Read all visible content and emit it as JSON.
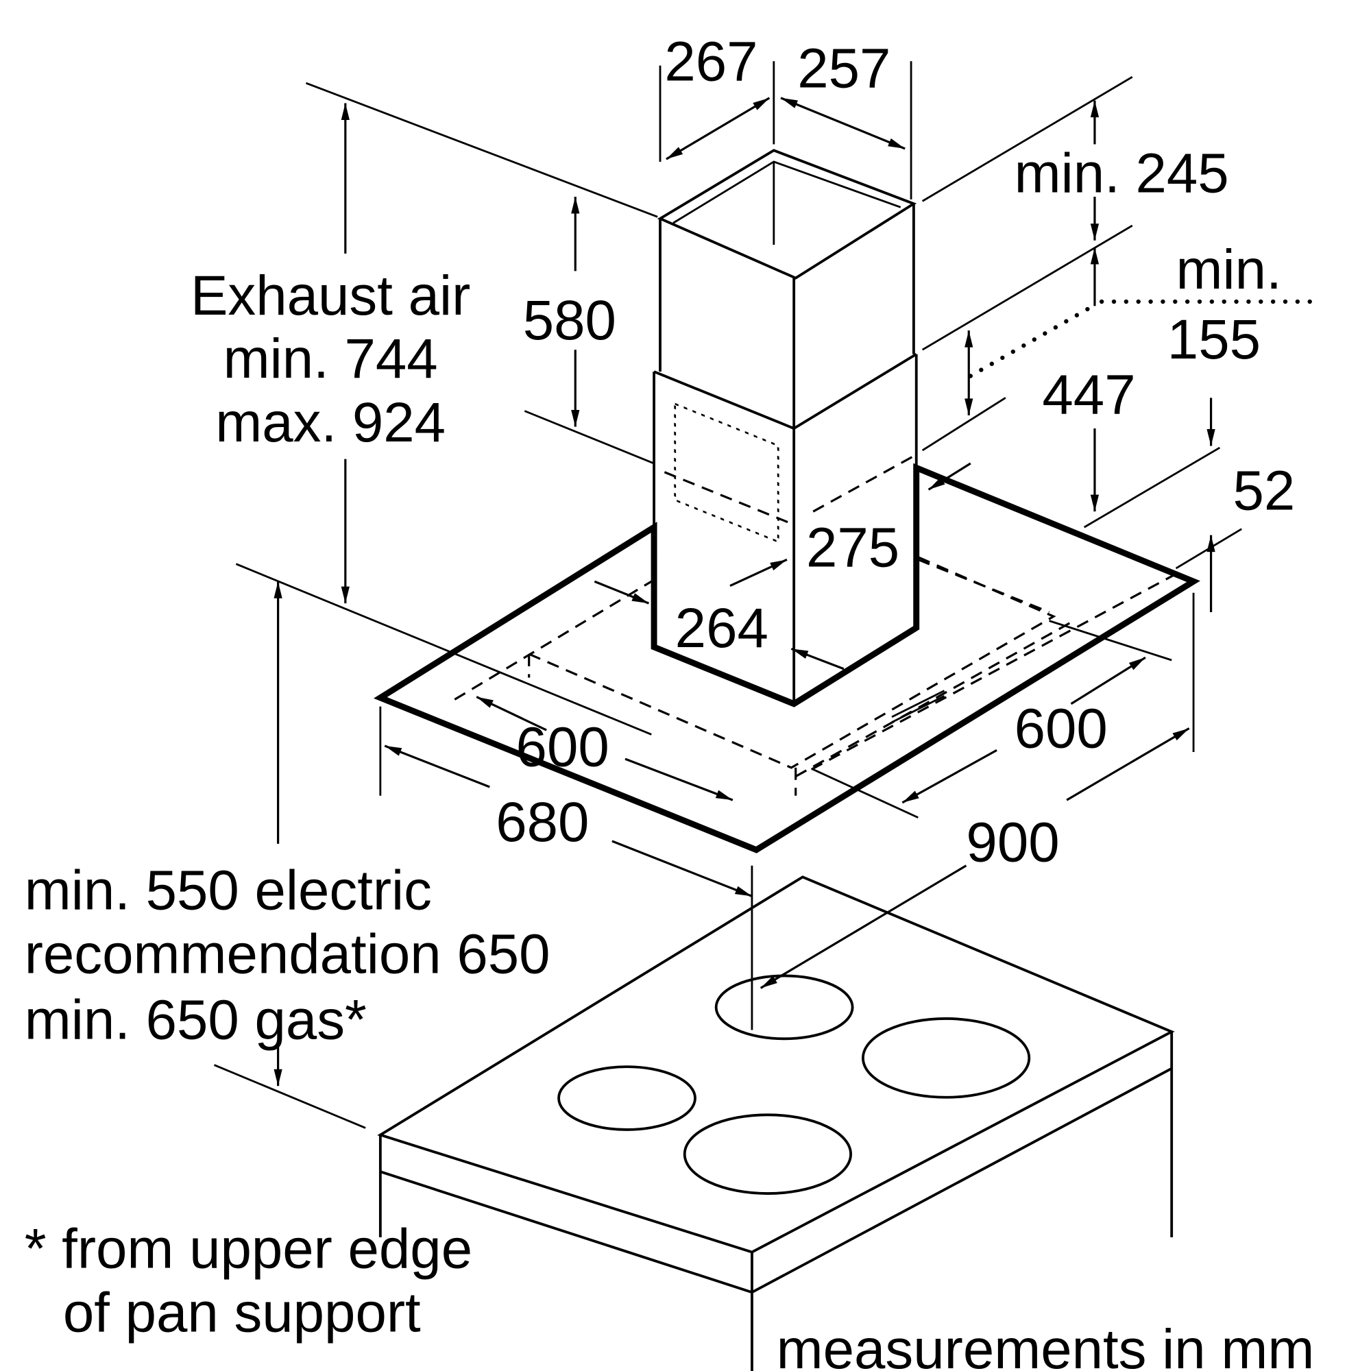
{
  "diagram": {
    "dimensions": {
      "chimney_depth": "267",
      "chimney_width": "257",
      "clearance_top": "min. 245",
      "min_label": "min.",
      "min_value": "155",
      "lower_chimney_height": "447",
      "hood_thickness": "52",
      "lower_chimney_width": "275",
      "lower_chimney_depth": "264",
      "upper_chimney_height": "580",
      "filter_depth": "600",
      "filter_width": "600",
      "hood_depth": "680",
      "hood_width": "900"
    },
    "exhaust_air": {
      "line1": "Exhaust air",
      "line2": "min. 744",
      "line3": "max. 924"
    },
    "hob_distance": {
      "line1": "min. 550 electric",
      "line2": "recommendation 650",
      "line3": "min. 650 gas*"
    },
    "footnote": {
      "line1": "* from upper edge",
      "line2": "of pan support"
    },
    "units_note": "measurements in mm"
  }
}
